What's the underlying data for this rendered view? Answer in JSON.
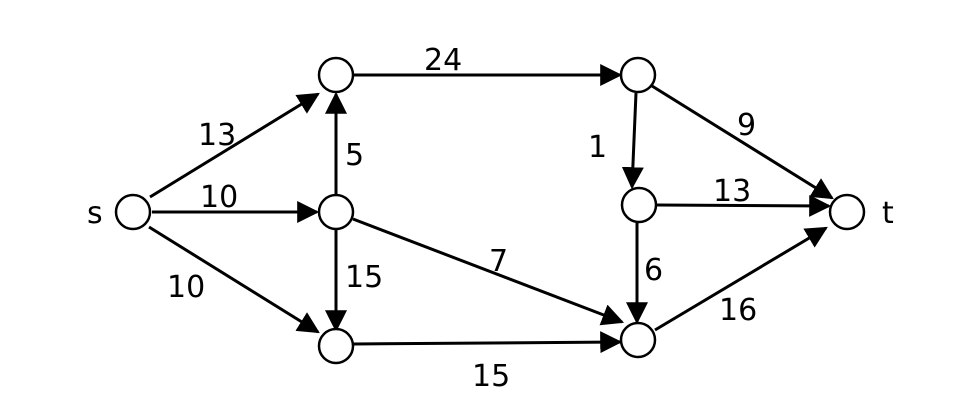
{
  "diagram": {
    "type": "directed-graph",
    "nodes": [
      {
        "id": "s",
        "label": "s"
      },
      {
        "id": "a",
        "label": ""
      },
      {
        "id": "b",
        "label": ""
      },
      {
        "id": "c",
        "label": ""
      },
      {
        "id": "d",
        "label": ""
      },
      {
        "id": "e",
        "label": ""
      },
      {
        "id": "f",
        "label": ""
      },
      {
        "id": "t",
        "label": "t"
      }
    ],
    "edges": [
      {
        "from": "s",
        "to": "a",
        "weight": "13"
      },
      {
        "from": "s",
        "to": "b",
        "weight": "10"
      },
      {
        "from": "s",
        "to": "c",
        "weight": "10"
      },
      {
        "from": "b",
        "to": "a",
        "weight": "5"
      },
      {
        "from": "b",
        "to": "c",
        "weight": "15"
      },
      {
        "from": "b",
        "to": "f",
        "weight": "7"
      },
      {
        "from": "a",
        "to": "d",
        "weight": "24"
      },
      {
        "from": "c",
        "to": "f",
        "weight": "15"
      },
      {
        "from": "d",
        "to": "e",
        "weight": "1"
      },
      {
        "from": "d",
        "to": "t",
        "weight": "9"
      },
      {
        "from": "e",
        "to": "t",
        "weight": "13"
      },
      {
        "from": "e",
        "to": "f",
        "weight": "6"
      },
      {
        "from": "f",
        "to": "t",
        "weight": "16"
      }
    ]
  }
}
